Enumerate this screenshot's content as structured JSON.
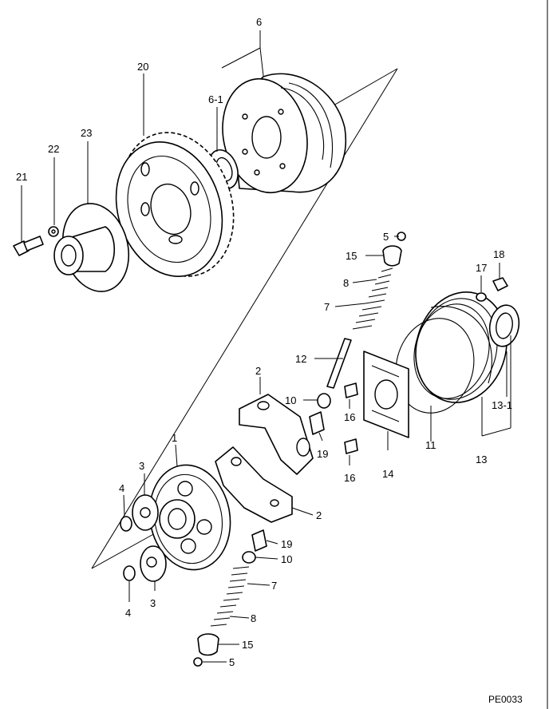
{
  "diagram_code": "PE0033",
  "callouts": {
    "c21": "21",
    "c22": "22",
    "c23": "23",
    "c20": "20",
    "c6": "6",
    "c6_1": "6-1",
    "c5_top": "5",
    "c15_top": "15",
    "c8_top": "8",
    "c7_top": "7",
    "c12": "12",
    "c17": "17",
    "c18": "18",
    "c13_1": "13-1",
    "c13": "13",
    "c11": "11",
    "c14": "14",
    "c16_a": "16",
    "c16_b": "16",
    "c10_top": "10",
    "c19_top": "19",
    "c2_top": "2",
    "c2_bottom": "2",
    "c1": "1",
    "c3_top": "3",
    "c4_top": "4",
    "c3_bottom": "3",
    "c4_bottom": "4",
    "c19_bottom": "19",
    "c10_bottom": "10",
    "c7_bottom": "7",
    "c8_bottom": "8",
    "c15_bottom": "15",
    "c5_bottom": "5"
  }
}
